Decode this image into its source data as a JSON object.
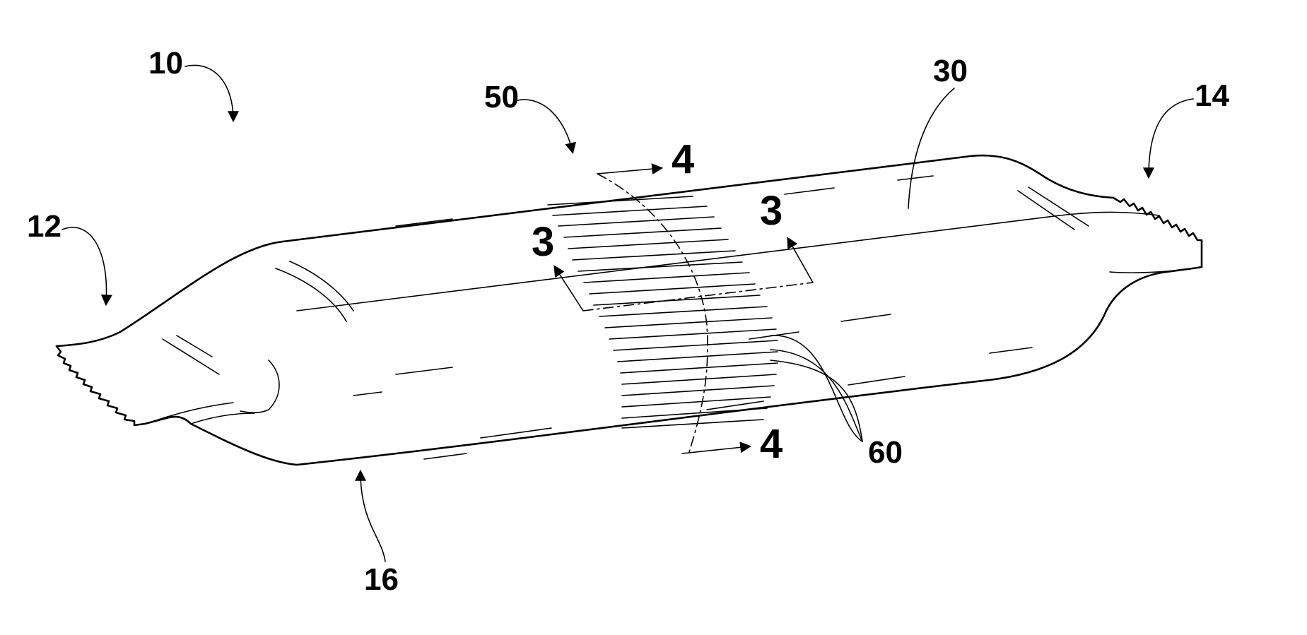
{
  "figure": {
    "labels": {
      "assembly": "10",
      "first_end": "12",
      "second_end": "14",
      "bottom_edge": "16",
      "body": "30",
      "band": "50",
      "lines": "60",
      "section_3a": "3",
      "section_3b": "3",
      "section_4a": "4",
      "section_4b": "4"
    }
  }
}
